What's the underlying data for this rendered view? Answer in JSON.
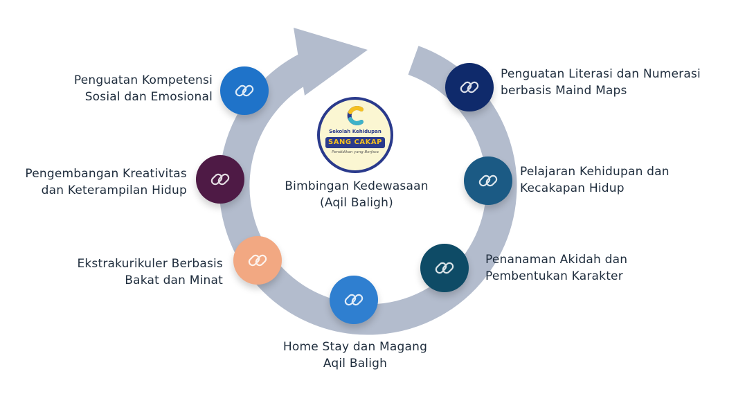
{
  "center": {
    "logo_top": "Sekolah Kehidupan",
    "logo_main": "SANG CAKAP",
    "logo_tag": "Pendidikan yang Berjiwa",
    "title_line1": "Bimbingan Kedewasaan",
    "title_line2": "(Aqil Baligh)"
  },
  "nodes": [
    {
      "line1": "Penguatan Literasi dan Numerasi",
      "line2": "berbasis Maind Maps",
      "color": "#0f2a6b"
    },
    {
      "line1": "Pelajaran Kehidupan dan",
      "line2": "Kecakapan Hidup",
      "color": "#1b5a84"
    },
    {
      "line1": "Penanaman Akidah dan",
      "line2": "Pembentukan Karakter",
      "color": "#0e4b66"
    },
    {
      "line1": "Home Stay dan Magang",
      "line2": "Aqil Baligh",
      "color": "#2f7fd0"
    },
    {
      "line1": "Ekstrakurikuler Berbasis",
      "line2": "Bakat dan Minat",
      "color": "#f2a882"
    },
    {
      "line1": "Pengembangan Kreativitas",
      "line2": "dan Keterampilan Hidup",
      "color": "#4e1a45"
    },
    {
      "line1": "Penguatan Kompetensi",
      "line2": "Sosial dan Emosional",
      "color": "#1f73c9"
    }
  ],
  "colors": {
    "ring": "#b3bccd",
    "text": "#1f2d3d",
    "logo_navy": "#2a3a8c",
    "logo_gold": "#f5c020"
  },
  "icons": {
    "node": "link-chain-icon"
  }
}
